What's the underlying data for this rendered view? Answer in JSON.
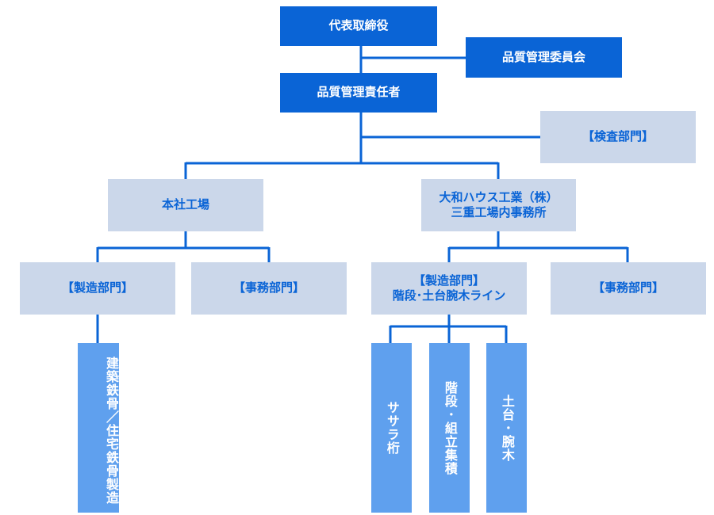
{
  "org": {
    "ceo": "代表取締役",
    "committee": "品質管理委員会",
    "qm_manager": "品質管理責任者",
    "inspection": "【検査部門】",
    "head_factory": "本社工場",
    "daiwa_office": {
      "line1": "大和ハウス工業（株）",
      "line2": "三重工場内事務所"
    },
    "hq_manufacturing": "【製造部門】",
    "hq_admin": "【事務部門】",
    "daiwa_manufacturing": {
      "line1": "【製造部門】",
      "line2": "階段･土台腕木ライン"
    },
    "daiwa_admin": "【事務部門】",
    "steel": "建築鉄骨／住宅鉄骨製造",
    "line_sasara": "ササラ桁",
    "line_stairs": "階段･組立集積",
    "line_base": "土台･腕木"
  },
  "colors": {
    "dark": "#0A64D6",
    "light": "#CBD7EA",
    "medium": "#5FA0EE",
    "connector": "#0A64D6"
  }
}
